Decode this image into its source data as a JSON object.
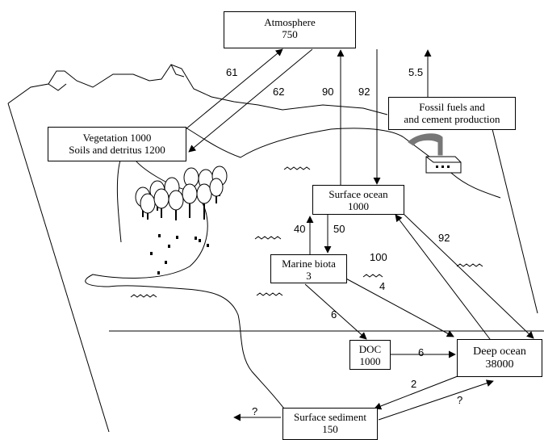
{
  "colors": {
    "ink": "#000000",
    "paper": "#ffffff",
    "factory": "#777777"
  },
  "icons": [
    "tree-icon",
    "factory-icon",
    "wave-icon"
  ],
  "boxes": {
    "atmosphere": {
      "name": "Atmosphere",
      "value": "750"
    },
    "vegetation": {
      "line1": "Vegetation 1000",
      "line2": "Soils and detritus 1200"
    },
    "fossil": {
      "line1": "Fossil fuels and",
      "line2": "and cement production"
    },
    "surface_ocean": {
      "name": "Surface ocean",
      "value": "1000"
    },
    "marine_biota": {
      "name": "Marine biota",
      "value": "3"
    },
    "doc": {
      "name": "DOC",
      "value": "1000"
    },
    "deep_ocean": {
      "name": "Deep ocean",
      "value": "38000"
    },
    "sediment": {
      "name": "Surface sediment",
      "value": "150"
    }
  },
  "flows": {
    "veg_to_atm": "61",
    "atm_to_veg": "62",
    "ocean_to_atm": "90",
    "atm_to_ocean": "92",
    "fossil_to_atm": "5.5",
    "biota_to_surface": "40",
    "surface_to_biota": "50",
    "deep_to_surface": "100",
    "surface_to_deep": "92",
    "biota_to_deep": "4",
    "biota_to_doc": "6",
    "doc_to_deep": "6",
    "deep_to_sediment": "2",
    "sediment_to_deep": "?",
    "sediment_burial": "?"
  }
}
